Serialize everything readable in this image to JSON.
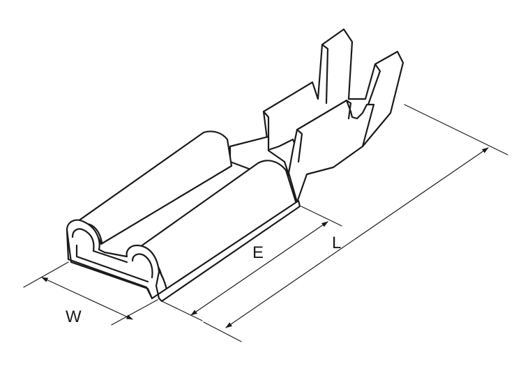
{
  "dimensions": {
    "width_label": "W",
    "length_label": "L",
    "entry_label": "E"
  },
  "colors": {
    "line": "#1a1a1a",
    "background": "#ffffff"
  }
}
